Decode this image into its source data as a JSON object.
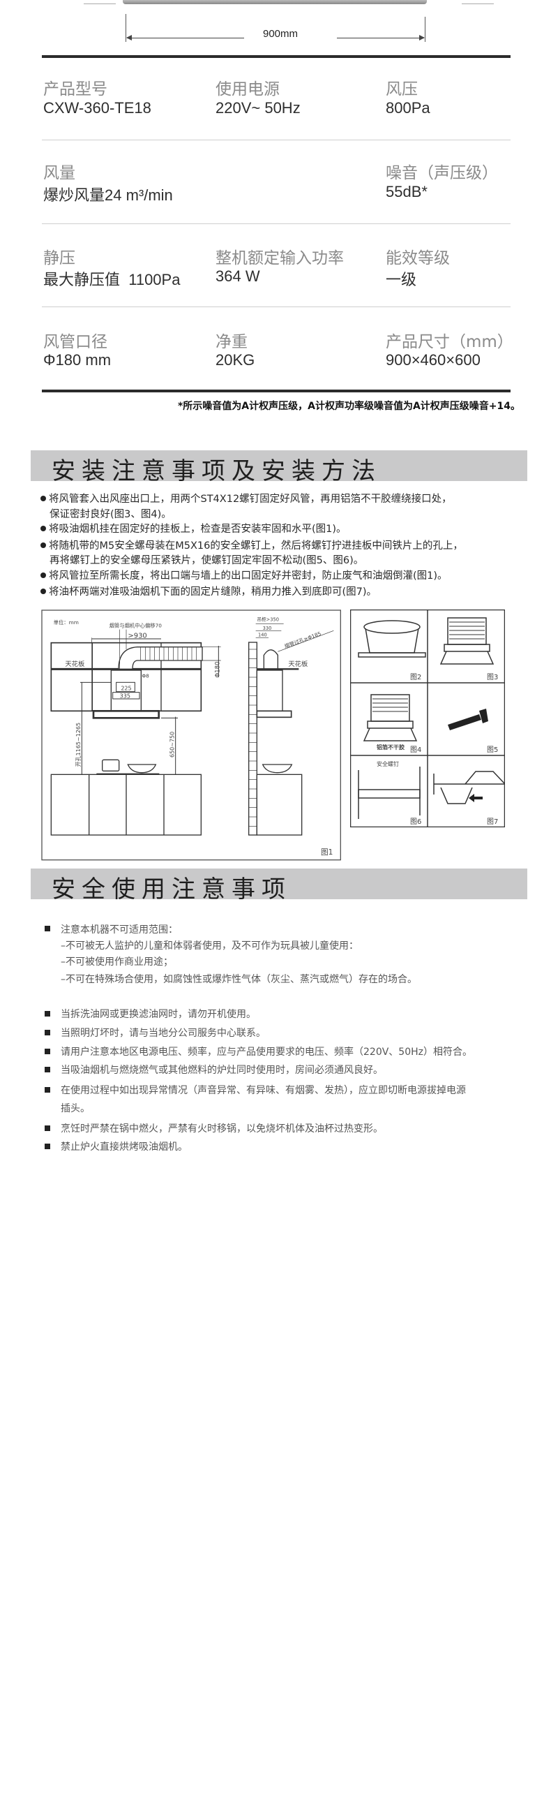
{
  "dimension": {
    "width_label": "900mm"
  },
  "specs": [
    {
      "label": "产品型号",
      "value": "CXW-360-TE18"
    },
    {
      "label": "使用电源",
      "value": "220V~ 50Hz"
    },
    {
      "label": "风压",
      "value": "800Pa"
    },
    {
      "label": "风量",
      "value": "爆炒风量24 m³/min"
    },
    {
      "label": "噪音（声压级）",
      "value": "55dB*"
    },
    {
      "label": "静压",
      "value": "最大静压值  1100Pa"
    },
    {
      "label": "整机额定输入功率",
      "value": "364 W"
    },
    {
      "label": "能效等级",
      "value": "一级"
    },
    {
      "label": "风管口径",
      "value": "Φ180 mm"
    },
    {
      "label": "净重",
      "value": "20KG"
    },
    {
      "label": "产品尺寸（mm）",
      "value": "900×460×600"
    }
  ],
  "footnote": "*所示噪音值为A计权声压级，A计权声功率级噪音值为A计权声压级噪音+14。",
  "install": {
    "title": "安装注意事项及安装方法",
    "lines": [
      "将风管套入出风座出口上，用两个ST4X12螺钉固定好风管，再用铝箔不干胶缠绕接口处，",
      "保证密封良好(图3、图4)。",
      "将吸油烟机挂在固定好的挂板上，检查是否安装牢固和水平(图1)。",
      "将随机带的M5安全螺母装在M5X16的安全螺钉上，然后将螺钉拧进挂板中间铁片上的孔上，",
      "再将螺钉上的安全螺母压紧铁片，使螺钉固定牢固不松动(图5、图6)。",
      "将风管拉至所需长度，将出口端与墙上的出口固定好并密封，防止废气和油烟倒灌(图1)。",
      "将油杯两端对准吸油烟机下面的固定片缝隙，稍用力推入到底即可(图7)。"
    ]
  },
  "diagram": {
    "unit": "单位：mm",
    "offset": "烟管与烟机中心偏移70",
    "width_min": ">930",
    "duct_dia": "Φ180",
    "ceiling": "天花板",
    "d225": "225",
    "d335": "335",
    "phi8": "Φ8",
    "hole_height": "开孔1165~1265",
    "hood_height": "650~750",
    "cabinet": "吊柜>350",
    "d330": "330",
    "d140": "140",
    "duct_hole": "烟管过孔≥Φ185",
    "foil_tape": "铝箔不干胶",
    "safety_screw": "安全螺钉",
    "figs": [
      "图1",
      "图2",
      "图3",
      "图4",
      "图5",
      "图6",
      "图7"
    ]
  },
  "safety": {
    "title": "安全使用注意事项",
    "lines": [
      "注意本机器不可适用范围：",
      "–不可被无人监护的儿童和体弱者使用，及不可作为玩具被儿童使用：",
      "–不可被使用作商业用途；",
      "–不可在特殊场合使用，如腐蚀性或爆炸性气体（灰尘、蒸汽或燃气）存在的场合。",
      "当拆洗油网或更换滤油网时，请勿开机使用。",
      "当照明灯坏时，请与当地分公司服务中心联系。",
      "请用户注意本地区电源电压、频率，应与产品使用要求的电压、频率（220V、50Hz）相符合。",
      "当吸油烟机与燃烧燃气或其他燃料的炉灶同时使用时，房间必须通风良好。",
      "在使用过程中如出现异常情况（声音异常、有异味、有烟雾、发热），应立即切断电源拔掉电源",
      "插头。",
      "烹饪时严禁在锅中燃火，严禁有火时移锅，以免烧坏机体及油杯过热变形。",
      "禁止炉火直接烘烤吸油烟机。"
    ]
  }
}
